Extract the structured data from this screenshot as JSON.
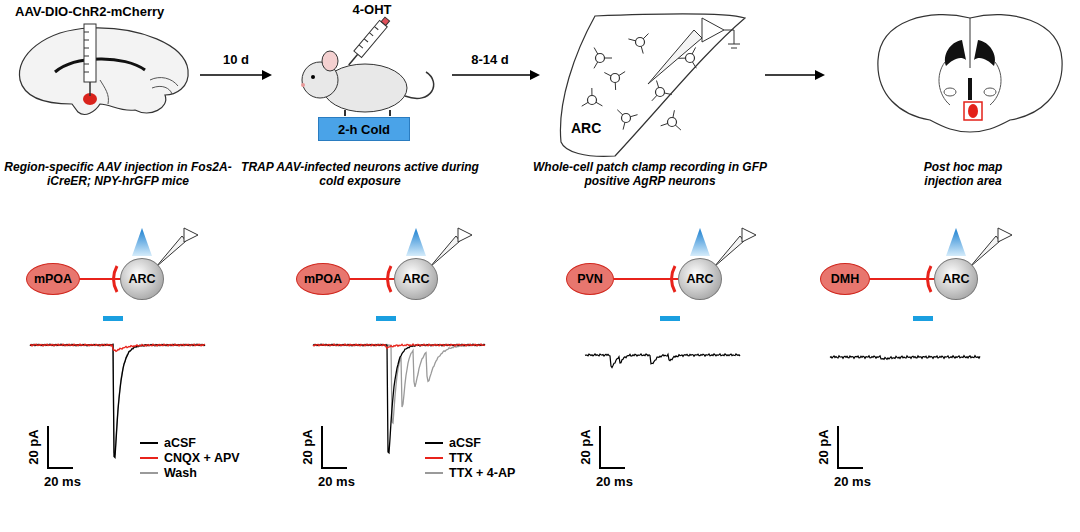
{
  "diagram": {
    "nodes": [
      {
        "text": [
          "2-h Cold"
        ]
      },
      {
        "text": [
          "ARC"
        ]
      },
      {
        "text": [
          "mPOA"
        ]
      },
      {
        "text": [
          "ARC"
        ]
      },
      {
        "text": [
          "mPOA"
        ]
      },
      {
        "text": [
          "ARC"
        ]
      },
      {
        "text": [
          "PVN"
        ]
      },
      {
        "text": [
          "ARC"
        ]
      },
      {
        "text": [
          "DMH"
        ]
      },
      {
        "text": [
          "ARC"
        ]
      }
    ],
    "edges": [
      {
        "from": 2,
        "to": 3,
        "arrow": "none"
      },
      {
        "from": 4,
        "to": 5,
        "arrow": "none"
      },
      {
        "from": 6,
        "to": 7,
        "arrow": "none"
      },
      {
        "from": 8,
        "to": 9,
        "arrow": "none"
      }
    ],
    "labels": [
      "AAV-DIO-ChR2-mCherry",
      "10 d",
      "4-OHT",
      "8-14 d",
      "Region-specific AAV injection in Fos2A-iCreER; NPY-hrGFP mice",
      "TRAP AAV-infected neurons active during cold exposure",
      "Whole-cell patch clamp recording in GFP positive AgRP neurons",
      "Post hoc map injection area",
      "20 pA",
      "20 ms",
      "20 pA",
      "20 ms",
      "20 pA",
      "20 ms",
      "20 pA",
      "20 ms"
    ],
    "legend": [
      {
        "text": "aCSF",
        "color": "#000000"
      },
      {
        "text": "CNQX + APV",
        "color": "#e8231b"
      },
      {
        "text": "Wash",
        "color": "#9a9a9a"
      },
      {
        "text": "aCSF",
        "color": "#000000"
      },
      {
        "text": "TTX",
        "color": "#e8231b"
      },
      {
        "text": "TTX + 4-AP",
        "color": "#9a9a9a"
      }
    ]
  }
}
